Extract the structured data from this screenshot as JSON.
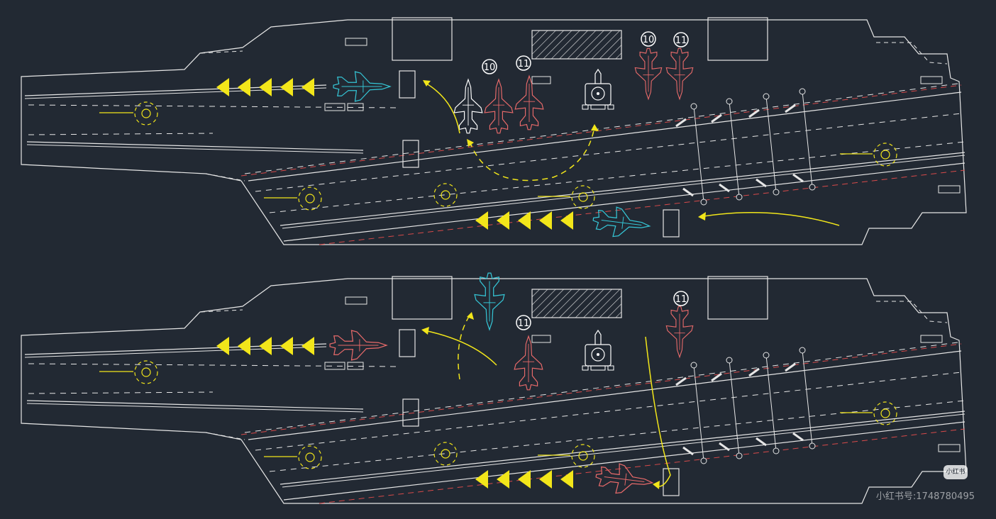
{
  "colors": {
    "background": "#222933",
    "deck_line": "#e6e6e6",
    "arrow_yellow": "#f2e61a",
    "jet_cyan": "#35c6d6",
    "jet_red": "#e86a6a",
    "jet_white": "#ffffff",
    "centerline_red": "#d84a4a"
  },
  "panels": [
    {
      "id": "top",
      "aircraft_badges": [
        "10",
        "11",
        "10",
        "11"
      ]
    },
    {
      "id": "bottom",
      "aircraft_badges": [
        "11",
        "11"
      ]
    }
  ],
  "watermark": {
    "logo_text": "小红书",
    "text": "小红书号:1748780495"
  }
}
